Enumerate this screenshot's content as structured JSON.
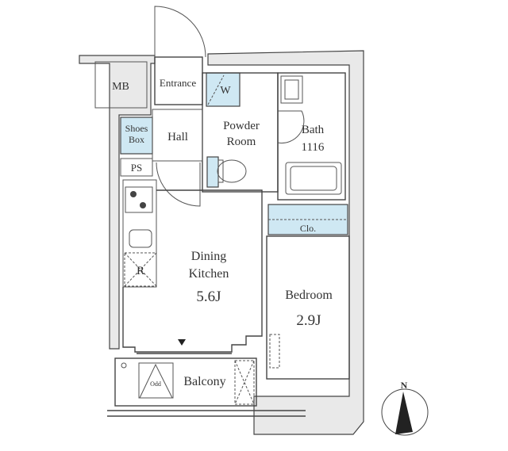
{
  "rooms": {
    "mb": "MB",
    "entrance": "Entrance",
    "washer": "W",
    "powder_room": [
      "Powder",
      "Room"
    ],
    "bath": [
      "Bath",
      "1116"
    ],
    "shoes_box": [
      "Shoes",
      "Box"
    ],
    "hall": "Hall",
    "ps": "PS",
    "refrigerator": "R",
    "closet": "Clo.",
    "dining_kitchen": [
      "Dining",
      "Kitchen",
      "5.6J"
    ],
    "bedroom": [
      "Bedroom",
      "2.9J"
    ],
    "balcony": "Balcony",
    "outdoor_unit": "Odd"
  },
  "compass": {
    "label": "N"
  },
  "colors": {
    "fixture_blue": "#cfe8f3",
    "wall_grey": "#e9e9e9",
    "line": "#444444"
  }
}
